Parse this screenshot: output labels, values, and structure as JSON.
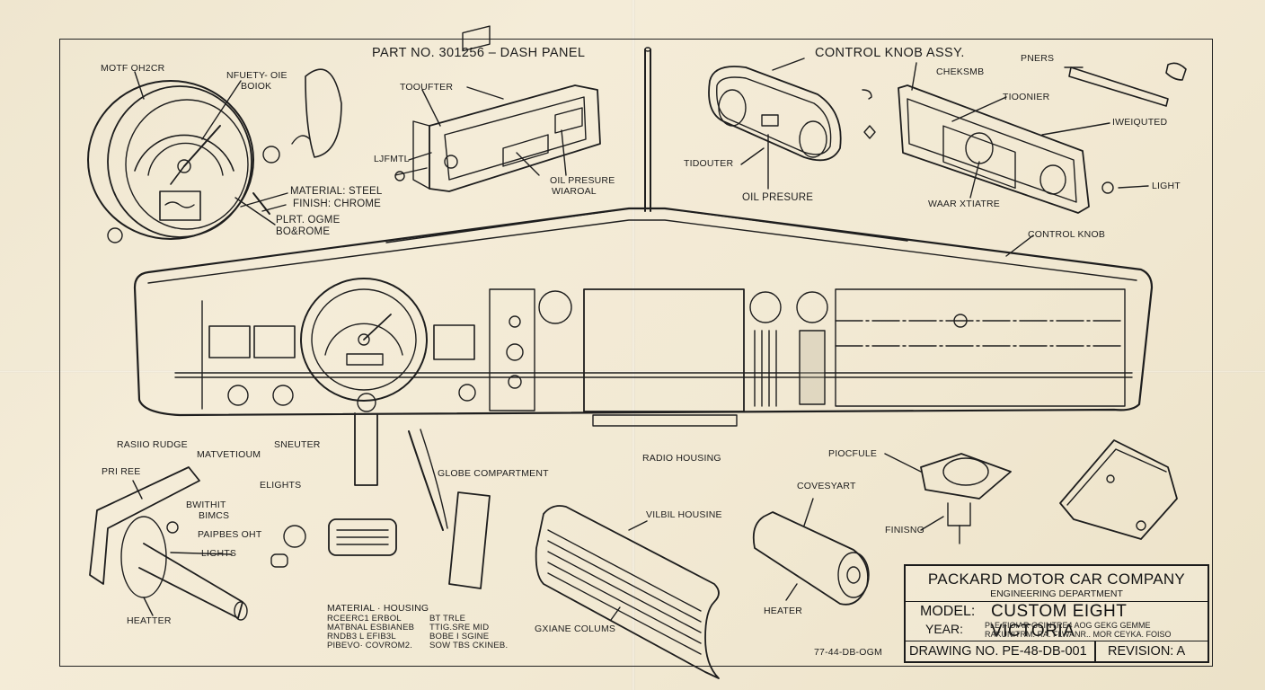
{
  "sheet": {
    "headings": {
      "part_no": "PART NO. 301256 – DASH PANEL",
      "control_knob_assy": "CONTROL KNOB ASSY."
    },
    "callouts": {
      "gauge": [
        "MOTF OH2CR",
        "NFUETY- OIE",
        "BOIOK",
        "MATERIAL: STEEL",
        "FINISH: CHROME",
        "PLRT. OGME",
        "BO&ROME"
      ],
      "panel_unit": [
        "TOOUFTER",
        "LJFMTL",
        "OIL PRESURE",
        "WIAROAL"
      ],
      "knob_assy": [
        "TIDOUTER",
        "OIL PRESURE"
      ],
      "bezel": [
        "CHEKSMB",
        "TIOONIER",
        "PNERS",
        "IWEIQUTED",
        "LIGHT",
        "WAAR XTIATRE",
        "CONTROL KNOB"
      ],
      "dash": [
        "RASIIO RUDGE",
        "MATVETIOUM",
        "SNEUTER",
        "GLOBE COMPARTMENT",
        "RADIO HOUSING",
        "PIOCFULE"
      ],
      "lower_left": [
        "PRI REE",
        "BWITHIT",
        "BIMCS",
        "PAIPBES OHT",
        "LIGHTS",
        "HEATTER",
        "ELIGHTS"
      ],
      "lower_mid": [
        "VILBIL HOUSINE",
        "GXIANE COLUMS",
        "COVESYART",
        "HEATER",
        "FINISNG"
      ]
    },
    "notes": {
      "heading": "MATERIAL · HOUSING",
      "col1": [
        "RCEERC1 ERBOL",
        "MATBNAL ESBIANEB",
        "RNDB3 L EFIB3L",
        "PIBEVO· COVROM2."
      ],
      "col2": [
        "BT TRLE",
        "TTIG.SRE MID",
        "BOBE I SGINE",
        "SOW TBS CKINEB."
      ]
    },
    "sheet_ref": "77-44-DB-OGM",
    "title_block": {
      "company": "PACKARD MOTOR CAR COMPANY",
      "department": "ENGINEERING DEPARTMENT",
      "model_label": "MODEL:",
      "model": "CUSTOM EIGHT VICTORIA",
      "year_label": "YEAR:",
      "year_text_1": "PLE FIOIAR GCINTRE4 AOG GEKG GEMME",
      "year_text_2": "RAKUNITRM. RA. FLWANR.. MOR CEYKA. FOISO",
      "drawing_no": "DRAWING NO. PE-48-DB-001",
      "revision": "REVISION: A"
    }
  }
}
